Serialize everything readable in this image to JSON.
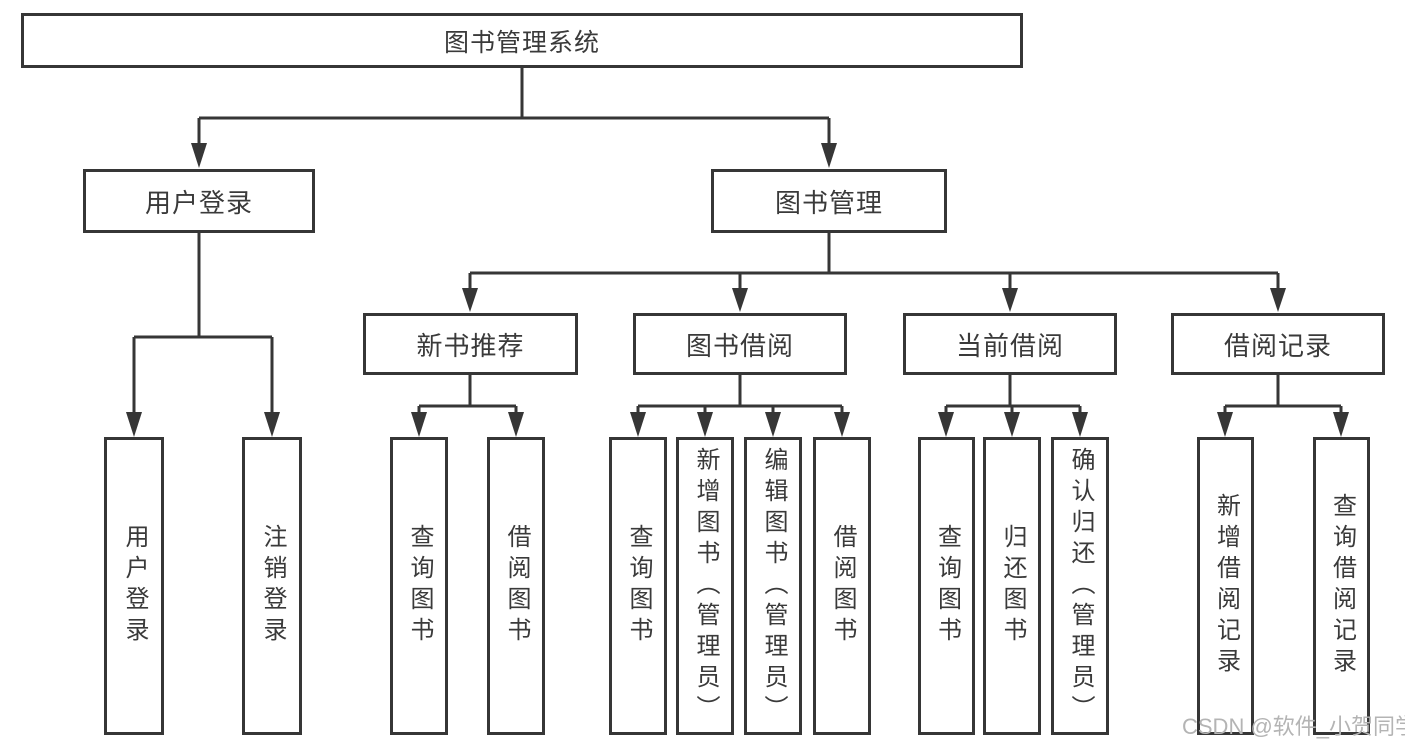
{
  "colors": {
    "line": "#363636",
    "box_border": "#363636",
    "text": "#3a3a3a",
    "watermark_text": "#b4b4b4",
    "background": "#ffffff"
  },
  "watermark": "CSDN @软件_小贺同学",
  "diagram": {
    "root": {
      "label": "图书管理系统"
    },
    "level2": {
      "user_login": {
        "label": "用户登录"
      },
      "book_management": {
        "label": "图书管理"
      }
    },
    "level3": {
      "new_books": {
        "label": "新书推荐"
      },
      "borrowing": {
        "label": "图书借阅"
      },
      "current": {
        "label": "当前借阅"
      },
      "records": {
        "label": "借阅记录"
      }
    },
    "leaves": {
      "user_login": [
        "用户登录",
        "注销登录"
      ],
      "new_books": [
        "查询图书",
        "借阅图书"
      ],
      "borrowing": [
        "查询图书",
        "新增图书（管理员）",
        "编辑图书（管理员）",
        "借阅图书"
      ],
      "current": [
        "查询图书",
        "归还图书",
        "确认归还（管理员）"
      ],
      "records": [
        "新增借阅记录",
        "查询借阅记录"
      ]
    }
  }
}
